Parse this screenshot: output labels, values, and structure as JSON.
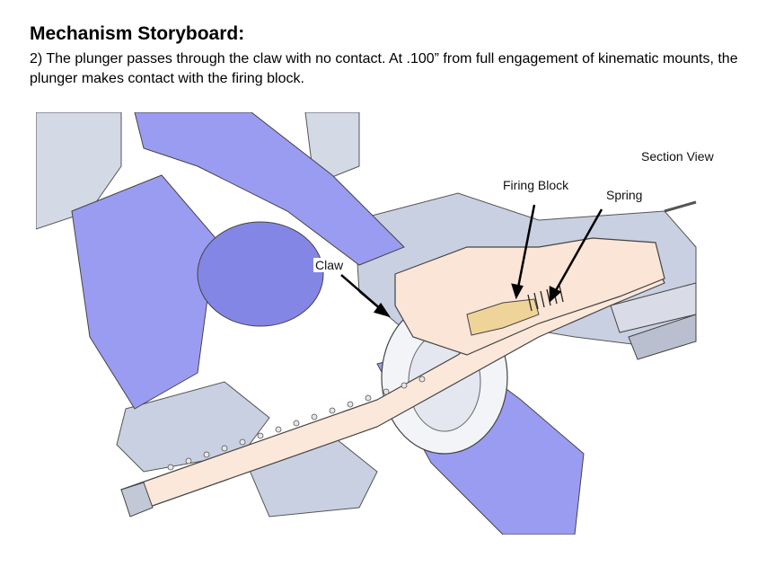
{
  "header": {
    "title": "Mechanism Storyboard:",
    "description": "2) The plunger passes through the claw with no contact. At .100” from full engagement of kinematic mounts, the plunger makes contact with the firing block."
  },
  "figure": {
    "labels": {
      "section_view": "Section View",
      "firing_block": "Firing Block",
      "spring": "Spring",
      "claw": "Claw"
    }
  },
  "colors": {
    "blue_part": "#9a9cf2",
    "blue_part_dark": "#7d7fe0",
    "gray_part": "#c8cfe0",
    "peach_part": "#fce8da",
    "tan_block": "#efd49a"
  }
}
